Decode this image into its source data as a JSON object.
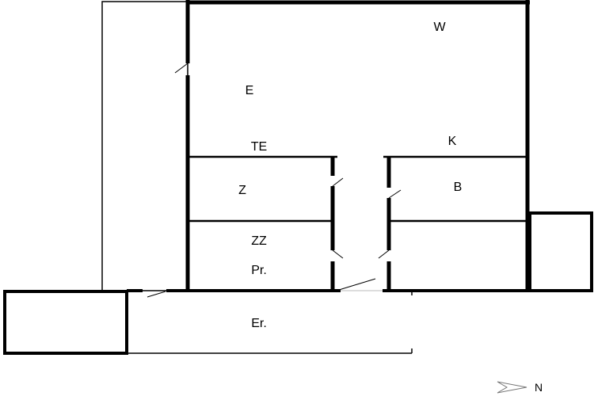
{
  "plan": {
    "rooms": [
      {
        "id": "w",
        "label": "W"
      },
      {
        "id": "e",
        "label": "E"
      },
      {
        "id": "k",
        "label": "K"
      },
      {
        "id": "te",
        "label": "TE"
      },
      {
        "id": "z",
        "label": "Z"
      },
      {
        "id": "b",
        "label": "B"
      },
      {
        "id": "zz",
        "label": "ZZ"
      },
      {
        "id": "pr",
        "label": "Pr."
      },
      {
        "id": "er",
        "label": "Er."
      }
    ],
    "north_label": "N",
    "wall_color": "#000000"
  }
}
